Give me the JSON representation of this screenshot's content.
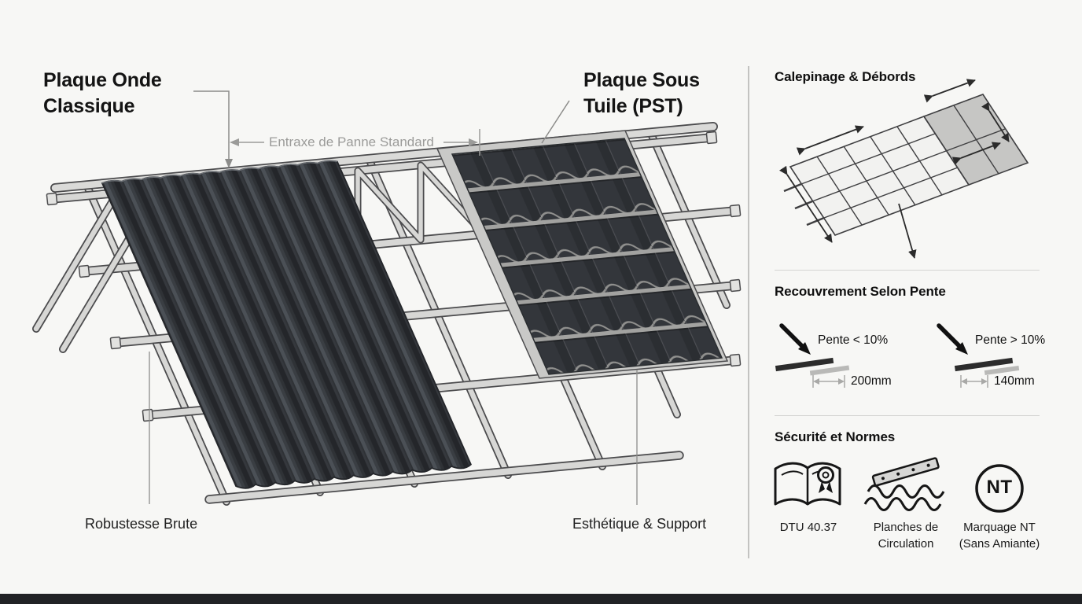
{
  "page": {
    "colors": {
      "background": "#f7f7f5",
      "sheet_dark": "#2f3236",
      "frame_light": "#d7d7d5",
      "panel_gray": "#c9c9c7",
      "footer_bar": "#212225"
    }
  },
  "main_diagram": {
    "label_left": {
      "line1": "Plaque Onde",
      "line2": "Classique"
    },
    "label_right": {
      "line1": "Plaque Sous",
      "line2": "Tuile (PST)"
    },
    "dimension_label": "Entraxe de Panne Standard",
    "caption_left": "Robustesse Brute",
    "caption_right": "Esthétique & Support"
  },
  "side_panel": {
    "section_calepinage": {
      "title": "Calepinage & Débords"
    },
    "section_recouvrement": {
      "title": "Recouvrement Selon Pente",
      "items": [
        {
          "icon": "slope-arrow-icon",
          "label": "Pente < 10%",
          "value": "200mm"
        },
        {
          "icon": "slope-arrow-icon",
          "label": "Pente > 10%",
          "value": "140mm"
        }
      ]
    },
    "section_securite": {
      "title": "Sécurité et Normes",
      "items": [
        {
          "icon": "certificate-book-icon",
          "label": "DTU 40.37"
        },
        {
          "icon": "corrugated-walkway-icon",
          "label": "Planches de Circulation"
        },
        {
          "icon": "nt-marking-icon",
          "badge": "NT",
          "label": "Marquage NT (Sans Amiante)"
        }
      ]
    }
  }
}
